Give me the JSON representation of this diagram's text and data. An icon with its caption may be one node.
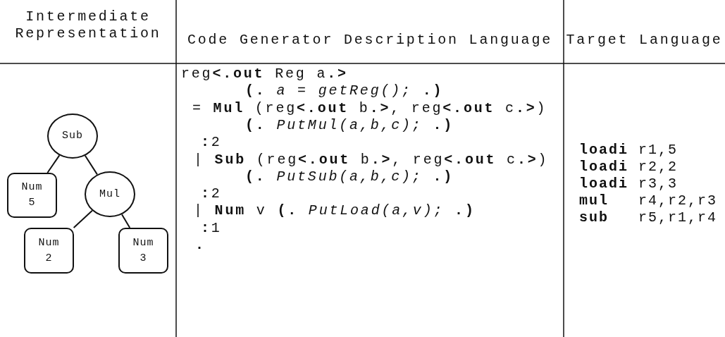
{
  "diagram": {
    "nodes": [
      {
        "text": [
          "Sub"
        ]
      },
      {
        "text": [
          "Num 5"
        ]
      },
      {
        "text": [
          "Mul"
        ]
      },
      {
        "text": [
          "Num 2"
        ]
      },
      {
        "text": [
          "Num 3"
        ]
      }
    ],
    "edges": [
      {
        "from": 0,
        "to": 1,
        "arrow": "none"
      },
      {
        "from": 0,
        "to": 2,
        "arrow": "none"
      },
      {
        "from": 2,
        "to": 3,
        "arrow": "none"
      },
      {
        "from": 2,
        "to": 4,
        "arrow": "none"
      }
    ],
    "labels": [
      "Intermediate Representation",
      "Code Generator Description Language",
      "Target Language",
      "reg**<.out** Reg a**.>**",
      "**(.** *a = getReg();* **.)**",
      "= **Mul** (reg**<.out** b**.>**, reg**<.out** c**.>**)",
      "**(.** *PutMul(a,b,c);* **.)**",
      "**:**2",
      "| **Sub** (reg**<.out** b**.>**, reg**<.out** c**.>**)",
      "**(.** *PutSub(a,b,c);* **.)**",
      "**:**2",
      "| **Num** v **(.** *PutLoad(a,v);* **.)**",
      "**:**1",
      "**.**",
      "**loadi** r1,5",
      "**loadi** r2,2",
      "**loadi** r3,3",
      "**mul**   r4,r2,r3",
      "**sub**   r5,r1,r4"
    ]
  }
}
